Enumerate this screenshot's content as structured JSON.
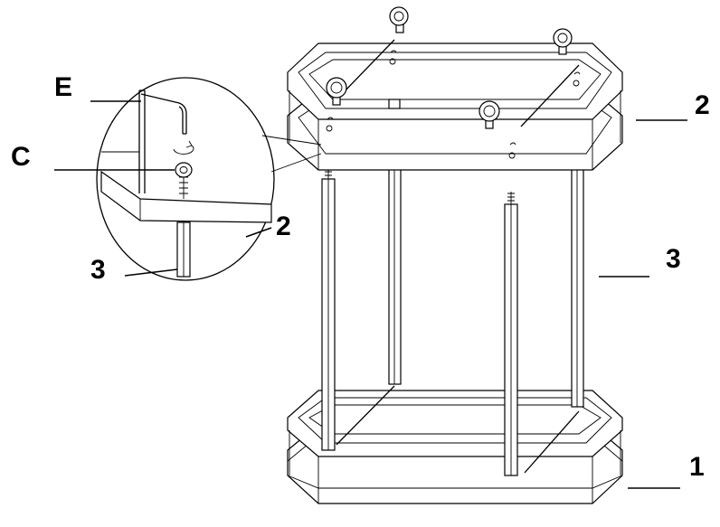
{
  "callouts": {
    "tool_e": "E",
    "part_c": "C",
    "detail_part_2": "2",
    "detail_part_3": "3",
    "top_frame_2": "2",
    "leg_3": "3",
    "bottom_frame_1": "1"
  }
}
